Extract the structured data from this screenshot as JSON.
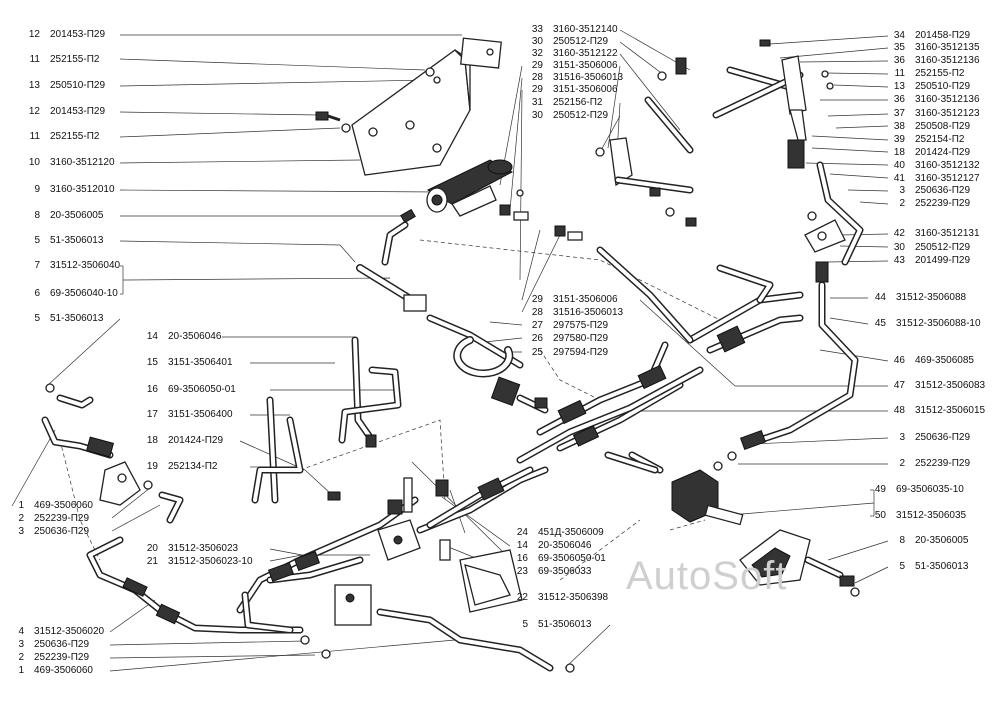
{
  "watermark": "AutoSoft",
  "callouts": [
    {
      "num": "12",
      "code": "201453-П29"
    },
    {
      "num": "11",
      "code": "252155-П2"
    },
    {
      "num": "13",
      "code": "250510-П29"
    },
    {
      "num": "12",
      "code": "201453-П29"
    },
    {
      "num": "11",
      "code": "252155-П2"
    },
    {
      "num": "10",
      "code": "3160-3512120"
    },
    {
      "num": "9",
      "code": "3160-3512010"
    },
    {
      "num": "8",
      "code": "20-3506005"
    },
    {
      "num": "5",
      "code": "51-3506013"
    },
    {
      "num": "7",
      "code": "31512-3506040"
    },
    {
      "num": "6",
      "code": "69-3506040-10"
    },
    {
      "num": "5",
      "code": "51-3506013"
    },
    {
      "num": "14",
      "code": "20-3506046"
    },
    {
      "num": "15",
      "code": "3151-3506401"
    },
    {
      "num": "16",
      "code": "69-3506050-01"
    },
    {
      "num": "17",
      "code": "3151-3506400"
    },
    {
      "num": "18",
      "code": "201424-П29"
    },
    {
      "num": "19",
      "code": "252134-П2"
    },
    {
      "num": "1",
      "code": "469-3506060"
    },
    {
      "num": "2",
      "code": "252239-П29"
    },
    {
      "num": "3",
      "code": "250636-П29"
    },
    {
      "num": "20",
      "code": "31512-3506023"
    },
    {
      "num": "21",
      "code": "31512-3506023-10"
    },
    {
      "num": "4",
      "code": "31512-3506020"
    },
    {
      "num": "3",
      "code": "250636-П29"
    },
    {
      "num": "2",
      "code": "252239-П29"
    },
    {
      "num": "1",
      "code": "469-3506060"
    },
    {
      "num": "33",
      "code": "3160-3512140"
    },
    {
      "num": "30",
      "code": "250512-П29"
    },
    {
      "num": "32",
      "code": "3160-3512122"
    },
    {
      "num": "29",
      "code": "3151-3506006"
    },
    {
      "num": "28",
      "code": "31516-3506013"
    },
    {
      "num": "29",
      "code": "3151-3506006"
    },
    {
      "num": "31",
      "code": "252156-П2"
    },
    {
      "num": "30",
      "code": "250512-П29"
    },
    {
      "num": "29",
      "code": "3151-3506006"
    },
    {
      "num": "28",
      "code": "31516-3506013"
    },
    {
      "num": "27",
      "code": "297575-П29"
    },
    {
      "num": "26",
      "code": "297580-П29"
    },
    {
      "num": "25",
      "code": "297594-П29"
    },
    {
      "num": "24",
      "code": "451Д-3506009"
    },
    {
      "num": "14",
      "code": "20-3506046"
    },
    {
      "num": "16",
      "code": "69-3506050-01"
    },
    {
      "num": "23",
      "code": "69-3506033"
    },
    {
      "num": "22",
      "code": "31512-3506398"
    },
    {
      "num": "5",
      "code": "51-3506013"
    },
    {
      "num": "34",
      "code": "201458-П29"
    },
    {
      "num": "35",
      "code": "3160-3512135"
    },
    {
      "num": "36",
      "code": "3160-3512136"
    },
    {
      "num": "11",
      "code": "252155-П2"
    },
    {
      "num": "13",
      "code": "250510-П29"
    },
    {
      "num": "36",
      "code": "3160-3512136"
    },
    {
      "num": "37",
      "code": "3160-3512123"
    },
    {
      "num": "38",
      "code": "250508-П29"
    },
    {
      "num": "39",
      "code": "252154-П2"
    },
    {
      "num": "18",
      "code": "201424-П29"
    },
    {
      "num": "40",
      "code": "3160-3512132"
    },
    {
      "num": "41",
      "code": "3160-3512127"
    },
    {
      "num": "3",
      "code": "250636-П29"
    },
    {
      "num": "2",
      "code": "252239-П29"
    },
    {
      "num": "42",
      "code": "3160-3512131"
    },
    {
      "num": "30",
      "code": "250512-П29"
    },
    {
      "num": "43",
      "code": "201499-П29"
    },
    {
      "num": "44",
      "code": "31512-3506088"
    },
    {
      "num": "45",
      "code": "31512-3506088-10"
    },
    {
      "num": "46",
      "code": "469-3506085"
    },
    {
      "num": "47",
      "code": "31512-3506083"
    },
    {
      "num": "48",
      "code": "31512-3506015"
    },
    {
      "num": "3",
      "code": "250636-П29"
    },
    {
      "num": "2",
      "code": "252239-П29"
    },
    {
      "num": "49",
      "code": "69-3506035-10"
    },
    {
      "num": "50",
      "code": "31512-3506035"
    },
    {
      "num": "8",
      "code": "20-3506005"
    },
    {
      "num": "5",
      "code": "51-3506013"
    }
  ]
}
